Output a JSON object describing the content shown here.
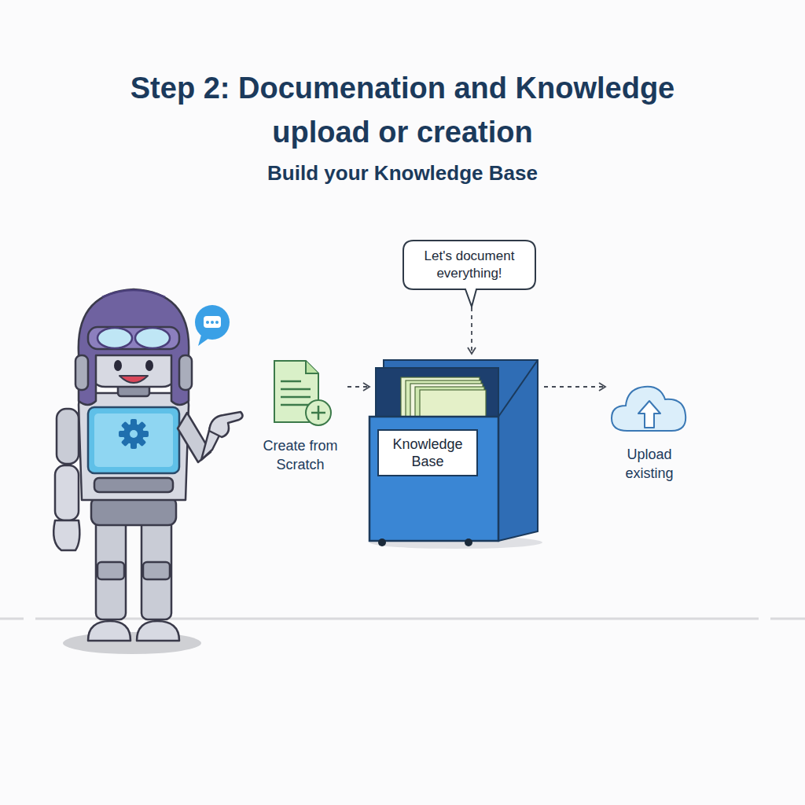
{
  "diagram": {
    "title": "Step 2: Documenation and Knowledge upload or creation",
    "nodes": [
      {
        "text": [
          "Let's document everything!"
        ]
      },
      {
        "text": [
          "Create from Scratch"
        ]
      },
      {
        "text": [
          "Knowledge Base"
        ]
      },
      {
        "text": [
          "Upload existing"
        ]
      }
    ],
    "edges": [
      {
        "from": 0,
        "to": 2,
        "arrow": "to"
      },
      {
        "from": 1,
        "to": 2,
        "arrow": "to"
      },
      {
        "from": 2,
        "to": 3,
        "arrow": "to"
      }
    ],
    "labels": [
      "Build your Knowledge Base"
    ]
  }
}
